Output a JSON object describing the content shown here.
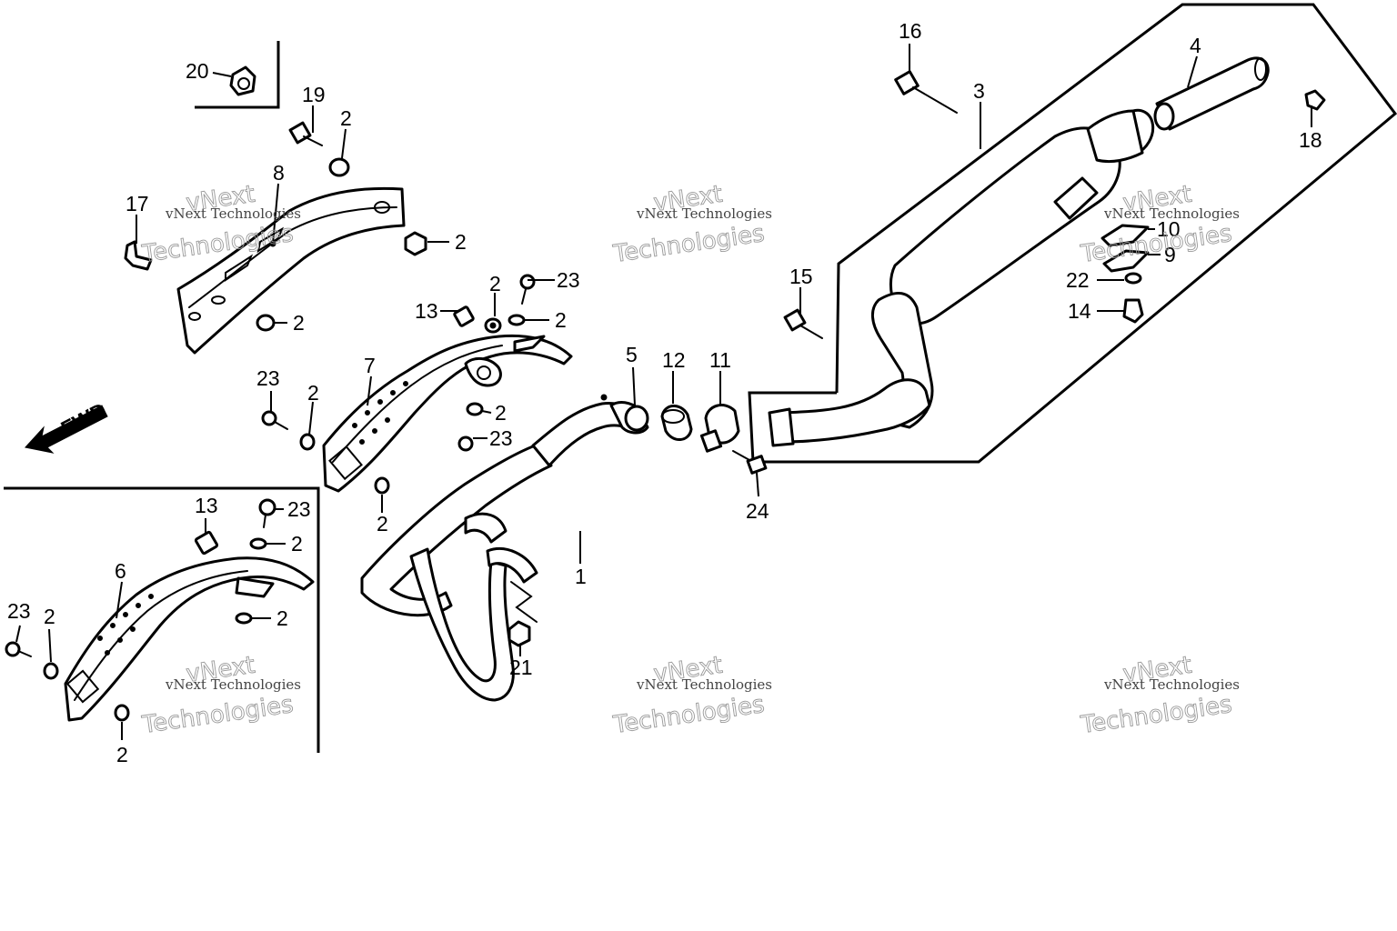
{
  "direction_label": "FWD",
  "callouts": [
    "1",
    "2",
    "3",
    "4",
    "5",
    "6",
    "7",
    "8",
    "9",
    "10",
    "11",
    "12",
    "13",
    "14",
    "15",
    "16",
    "17",
    "18",
    "19",
    "20",
    "21",
    "22",
    "23",
    "24"
  ],
  "watermark": {
    "line1": "vNext Technologies",
    "line2": "vNext",
    "line3": "Technologies"
  }
}
